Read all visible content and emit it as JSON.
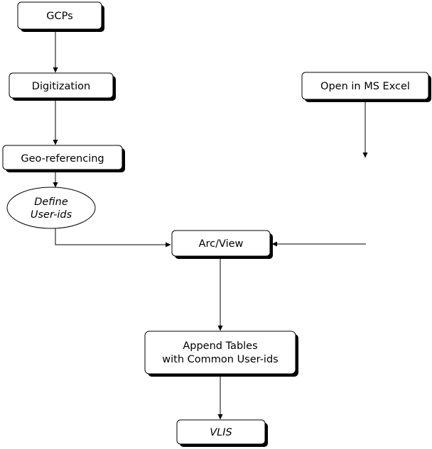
{
  "diagram": {
    "nodes": {
      "gcps": {
        "label": "GCPs"
      },
      "digitization": {
        "label": "Digitization"
      },
      "georeferencing": {
        "label": "Geo-referencing"
      },
      "define_userids": {
        "line1": "Define",
        "line2": "User-ids"
      },
      "open_excel": {
        "label": "Open in MS Excel"
      },
      "arcview": {
        "label": "Arc/View"
      },
      "append_tables": {
        "line1": "Append Tables",
        "line2": "with Common User-ids"
      },
      "vlis": {
        "label": "VLIS"
      }
    }
  }
}
